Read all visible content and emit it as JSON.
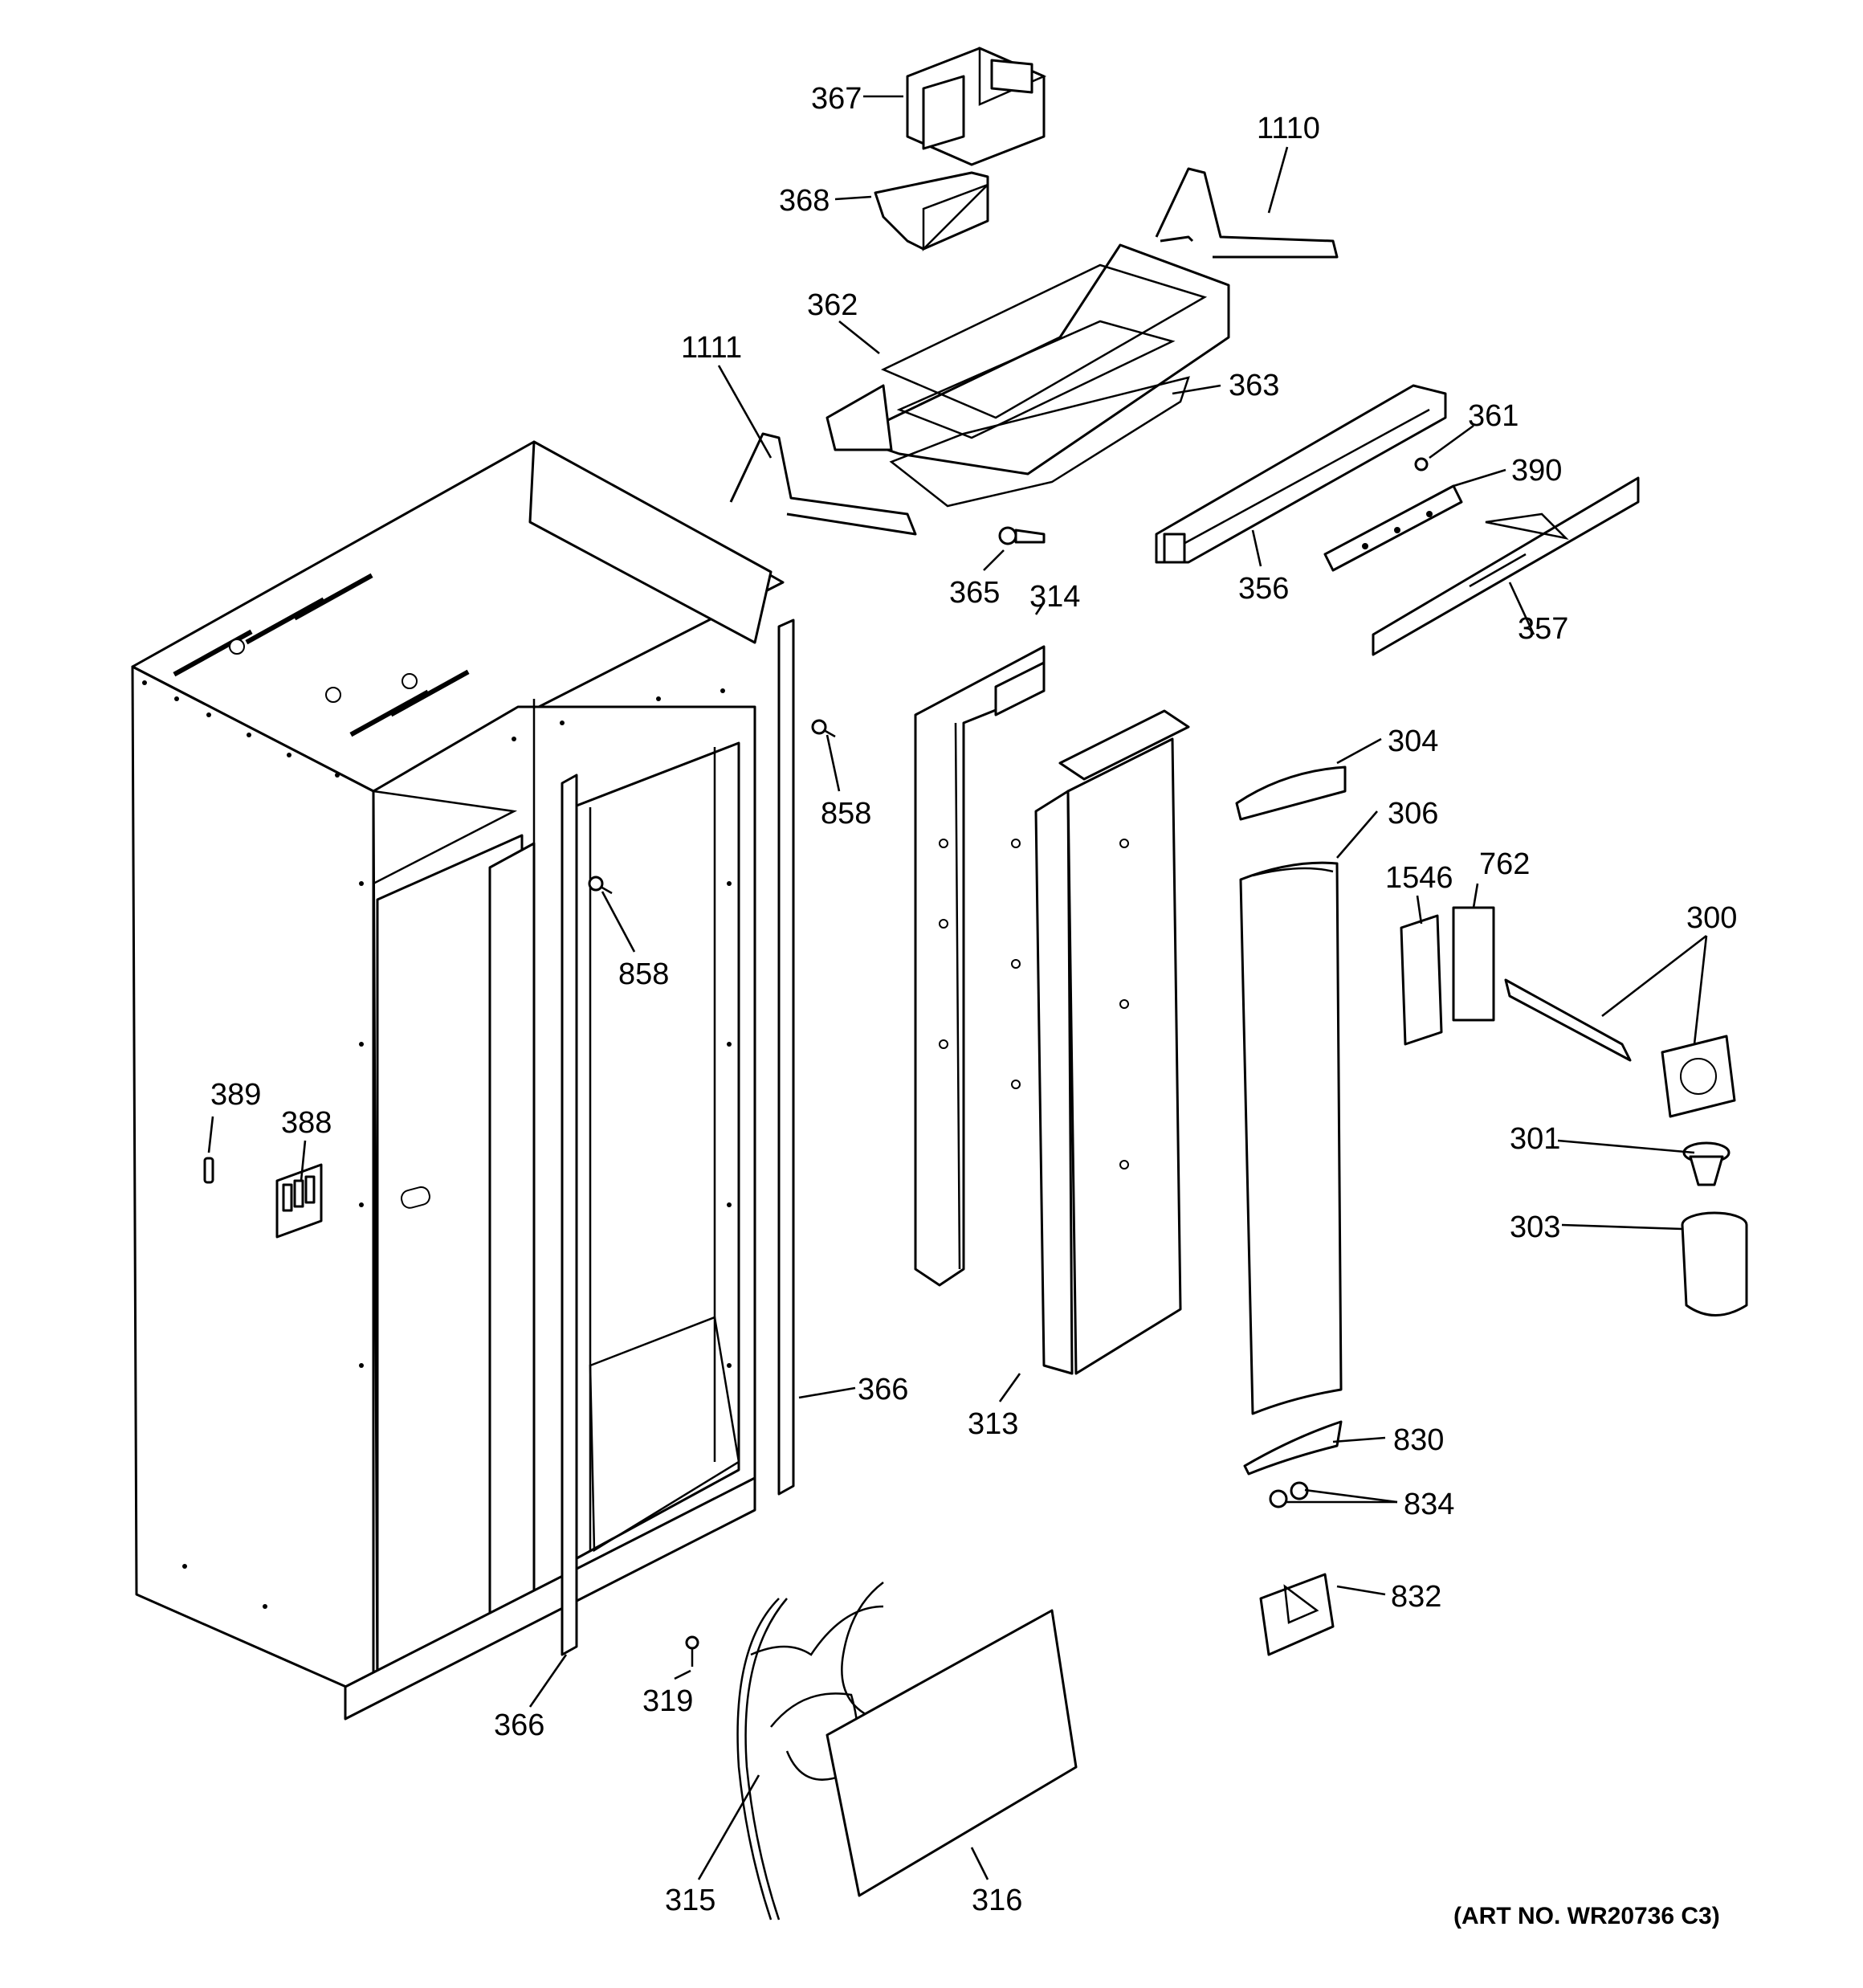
{
  "diagram": {
    "caption": "(ART NO. WR20736 C3)",
    "callouts": [
      {
        "id": "c367",
        "label": "367"
      },
      {
        "id": "c368",
        "label": "368"
      },
      {
        "id": "c1110",
        "label": "1110"
      },
      {
        "id": "c362",
        "label": "362"
      },
      {
        "id": "c1111",
        "label": "1111"
      },
      {
        "id": "c363",
        "label": "363"
      },
      {
        "id": "c361",
        "label": "361"
      },
      {
        "id": "c390",
        "label": "390"
      },
      {
        "id": "c365",
        "label": "365"
      },
      {
        "id": "c314",
        "label": "314"
      },
      {
        "id": "c356",
        "label": "356"
      },
      {
        "id": "c357",
        "label": "357"
      },
      {
        "id": "c304",
        "label": "304"
      },
      {
        "id": "c858a",
        "label": "858"
      },
      {
        "id": "c306",
        "label": "306"
      },
      {
        "id": "c1546",
        "label": "1546"
      },
      {
        "id": "c762",
        "label": "762"
      },
      {
        "id": "c300",
        "label": "300"
      },
      {
        "id": "c858b",
        "label": "858"
      },
      {
        "id": "c389",
        "label": "389"
      },
      {
        "id": "c388",
        "label": "388"
      },
      {
        "id": "c301",
        "label": "301"
      },
      {
        "id": "c303",
        "label": "303"
      },
      {
        "id": "c366a",
        "label": "366"
      },
      {
        "id": "c313",
        "label": "313"
      },
      {
        "id": "c830",
        "label": "830"
      },
      {
        "id": "c834",
        "label": "834"
      },
      {
        "id": "c832",
        "label": "832"
      },
      {
        "id": "c319",
        "label": "319"
      },
      {
        "id": "c366b",
        "label": "366"
      },
      {
        "id": "c315",
        "label": "315"
      },
      {
        "id": "c316",
        "label": "316"
      }
    ]
  }
}
